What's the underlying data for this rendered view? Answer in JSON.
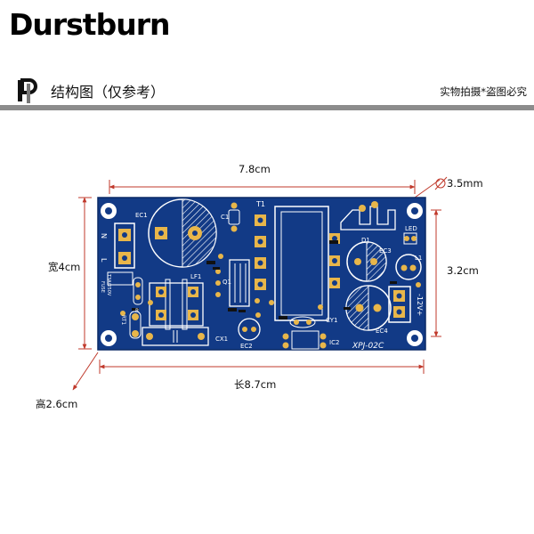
{
  "header": {
    "brand": "Durstburn",
    "section_title": "结构图（仅参考）",
    "note": "实物拍摄*盗图必究"
  },
  "dimensions": {
    "top_length": "7.8cm",
    "hole": "3.5mm",
    "width_left": "宽4cm",
    "inner_height": "3.2cm",
    "length_bottom": "长8.7cm",
    "height": "高2.6cm"
  },
  "board": {
    "labels": {
      "ec1": "EC1",
      "c1": "C1",
      "t1": "T1",
      "led": "LED",
      "d1": "D1",
      "ec3": "EC3",
      "l1": "L1",
      "lf1": "LF1",
      "q1": "Q1",
      "cx1": "CX1",
      "ec2": "EC2",
      "cy1": "CY1",
      "ic2": "IC2",
      "ec4": "EC4",
      "model": "XPJ-02C",
      "output": "-12V+",
      "n": "N",
      "l": "L",
      "fuse": "FUSE",
      "fuse_rating": "T3A/250V",
      "rt1": "RT1",
      "r": "R"
    },
    "colors": {
      "board": "#123a86",
      "pad": "#e8b64a",
      "silk": "#ffffff"
    }
  }
}
